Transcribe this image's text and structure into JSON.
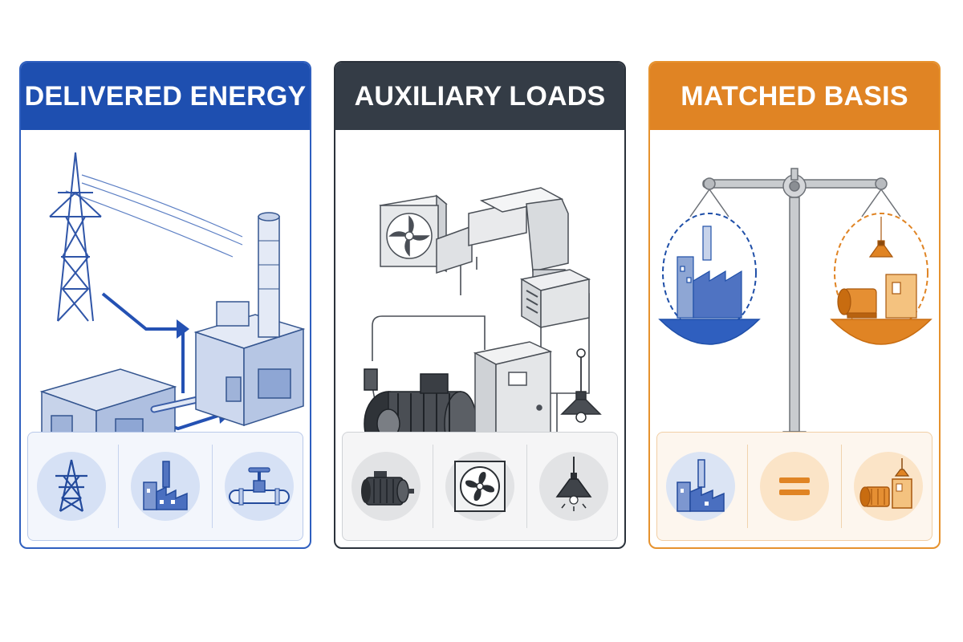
{
  "cards": [
    {
      "title": "DELIVERED ENERGY",
      "accent": "#1e4fb0",
      "icons": [
        "transmission-tower-icon",
        "factory-icon",
        "pipe-valve-icon"
      ]
    },
    {
      "title": "AUXILIARY LOADS",
      "accent": "#343c46",
      "icons": [
        "electric-motor-icon",
        "fan-icon",
        "hanging-lamp-icon"
      ]
    },
    {
      "title": "MATCHED BASIS",
      "accent": "#e08424",
      "icons": [
        "factory-icon",
        "equals-icon",
        "motor-and-cabinet-icon"
      ]
    }
  ]
}
